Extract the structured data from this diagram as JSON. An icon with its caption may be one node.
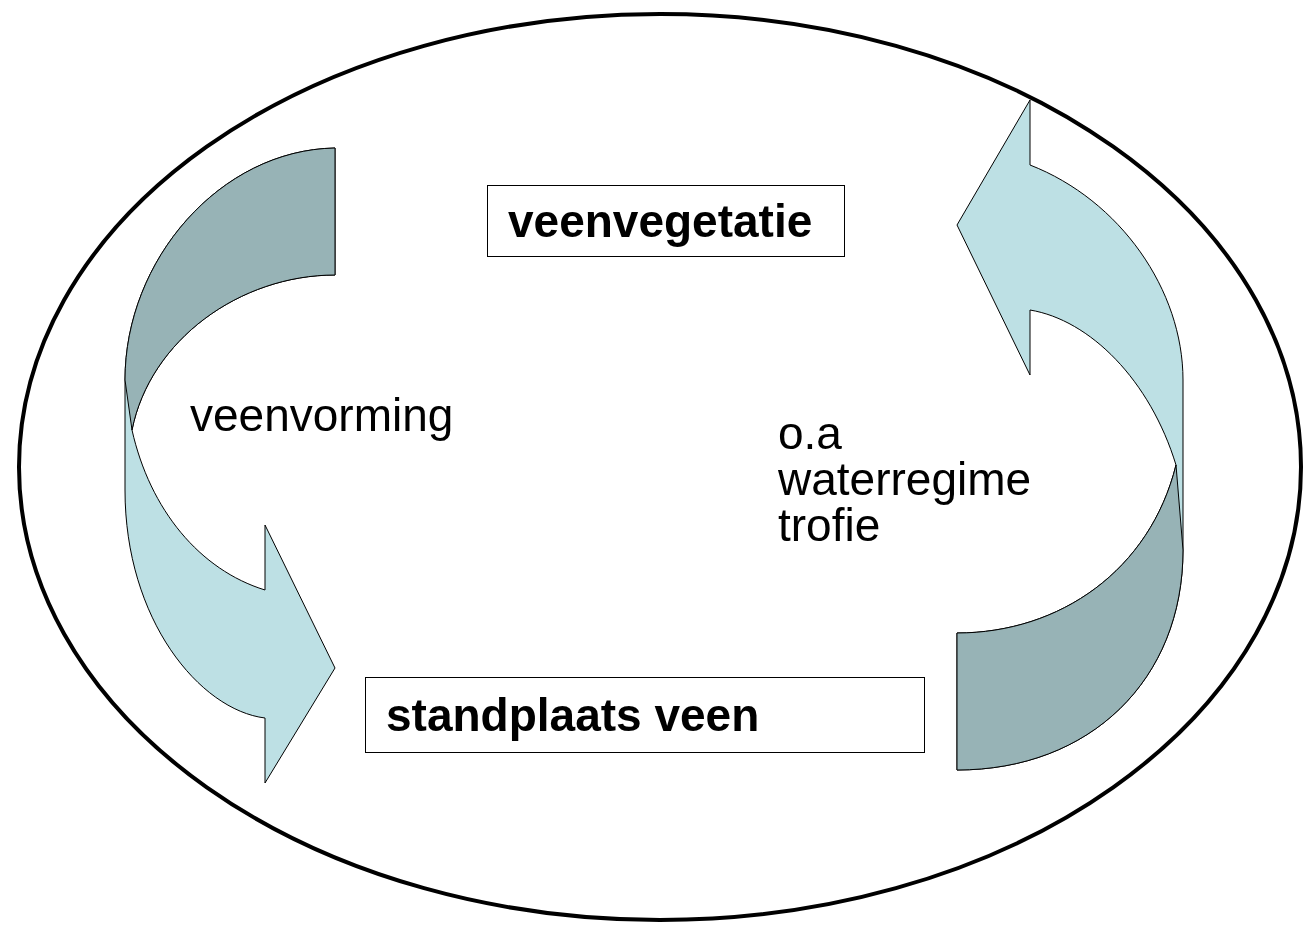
{
  "diagram": {
    "nodes": [
      {
        "text": [],
        "shape": "circle"
      },
      {
        "text": [
          "veenvegetatie"
        ],
        "in": 0
      },
      {
        "text": [
          "standplaats veen"
        ],
        "in": 0
      }
    ],
    "edges": [
      {
        "from": 1,
        "to": 2,
        "arrow": "to",
        "label": "veenvorming"
      },
      {
        "from": 2,
        "to": 1,
        "arrow": "to",
        "label": "o.a waterregime trofie"
      }
    ]
  }
}
